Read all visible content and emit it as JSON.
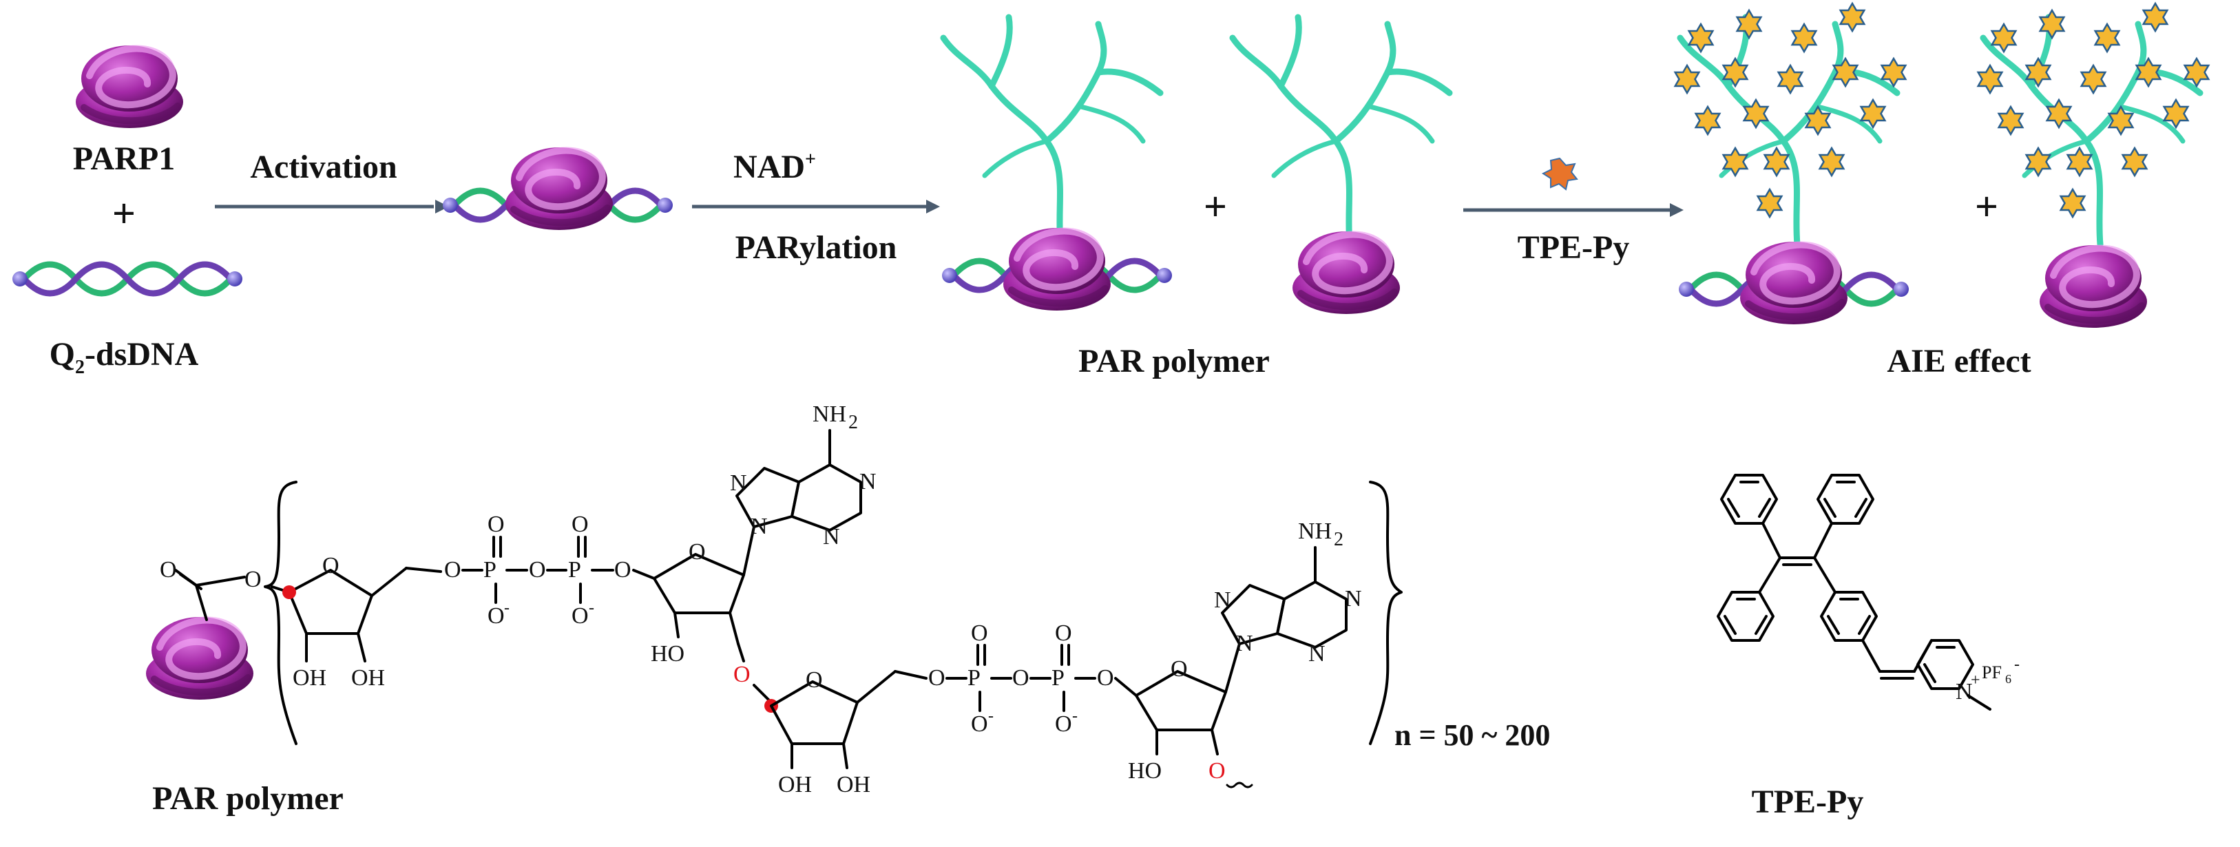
{
  "top": {
    "reactant1": "PARP1",
    "plus": "+",
    "reactant2": "Q",
    "reactant2_sub": "2",
    "reactant2_rest": "-dsDNA",
    "step1": "Activation",
    "step2_top": "NAD",
    "step2_sup": "+",
    "step2_bottom": "PARylation",
    "product_label": "PAR polymer",
    "step3": "TPE-Py",
    "final_label": "AIE effect"
  },
  "bottom": {
    "par_label": "PAR polymer",
    "repeat": "n = 50 ~ 200",
    "tpe_label": "TPE-Py",
    "nh2": "NH",
    "nh2_sub": "2",
    "oh": "OH",
    "ho": "HO",
    "o": "O",
    "p": "P",
    "n": "N",
    "pf6": "PF",
    "pf6_sub": "6",
    "minus": "-",
    "plus": "+"
  },
  "colors": {
    "protein": "#8a1f8c",
    "protein_light": "#c04cc4",
    "dna_green": "#2bb673",
    "dna_purple": "#6a3fb0",
    "chain": "#3fd4b0",
    "star": "#f5b730",
    "arrow": "#4a5b6e",
    "red_atom": "#e3141c"
  }
}
